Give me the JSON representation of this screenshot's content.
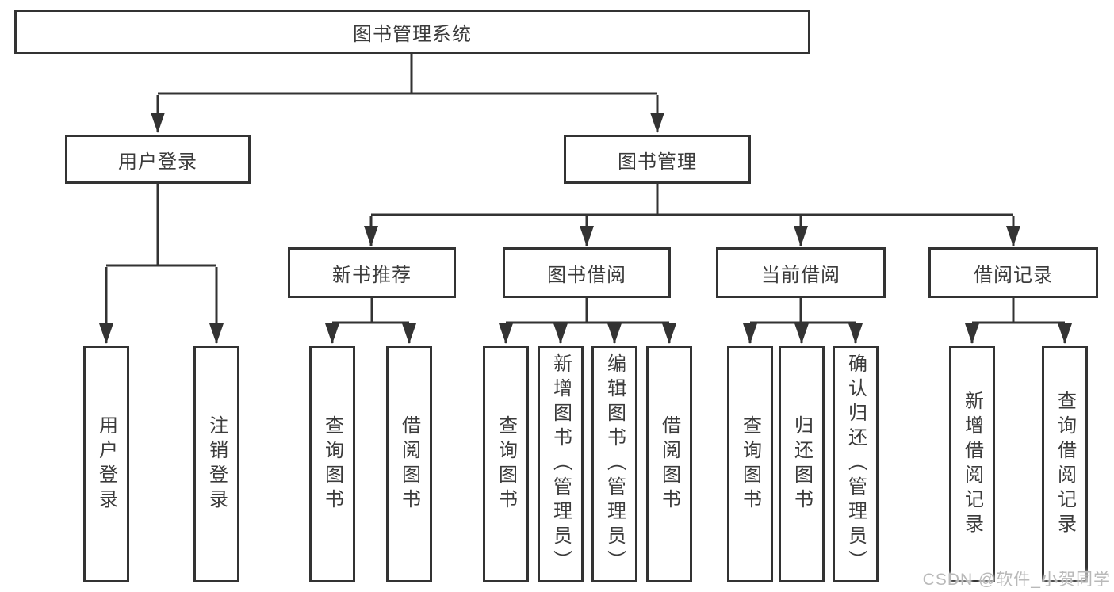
{
  "diagram": {
    "title": "图书管理系统",
    "level2": {
      "user_login": "用户登录",
      "book_management": "图书管理"
    },
    "level3": {
      "new_book_recommendation": "新书推荐",
      "book_borrowing": "图书借阅",
      "current_borrowing": "当前借阅",
      "borrowing_records": "借阅记录"
    },
    "leaves": {
      "user_login": "用户登录",
      "logout_login": "注销登录",
      "nbr_query_books": "查询图书",
      "nbr_borrow_books": "借阅图书",
      "bb_query_books": "查询图书",
      "bb_add_books_admin": "新增图书（管理员）",
      "bb_edit_books_admin": "编辑图书（管理员）",
      "bb_borrow_books": "借阅图书",
      "cb_query_books": "查询图书",
      "cb_return_books": "归还图书",
      "cb_confirm_return_admin": "确认归还（管理员）",
      "br_add_record": "新增借阅记录",
      "br_query_record": "查询借阅记录"
    }
  },
  "watermark": "CSDN @软件_小贺同学",
  "colors": {
    "line": "#333333",
    "box_border": "#333333",
    "text": "#3b3b3b",
    "watermark": "#b9b9b9",
    "background": "#ffffff"
  }
}
